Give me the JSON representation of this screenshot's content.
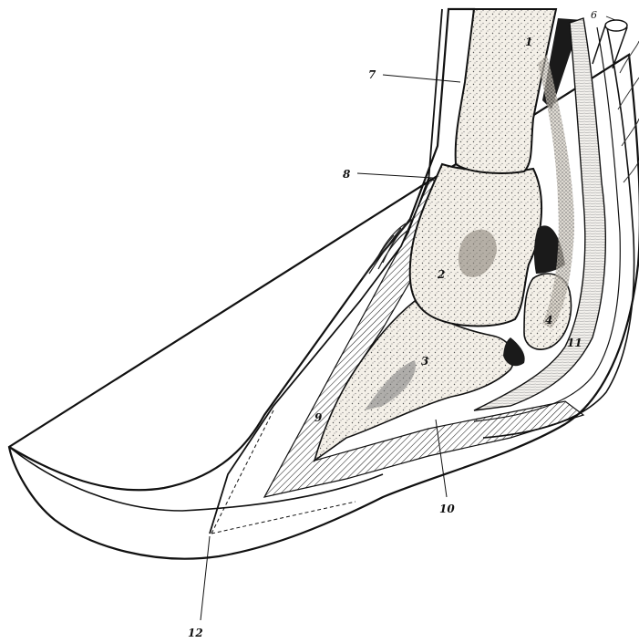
{
  "figure": {
    "labels": {
      "l1": "1",
      "l2": "2",
      "l3": "3",
      "l4": "4",
      "l6": "6",
      "l7": "7",
      "l8": "8",
      "l9": "9",
      "l10": "10",
      "l11": "11",
      "l12": "12"
    }
  }
}
